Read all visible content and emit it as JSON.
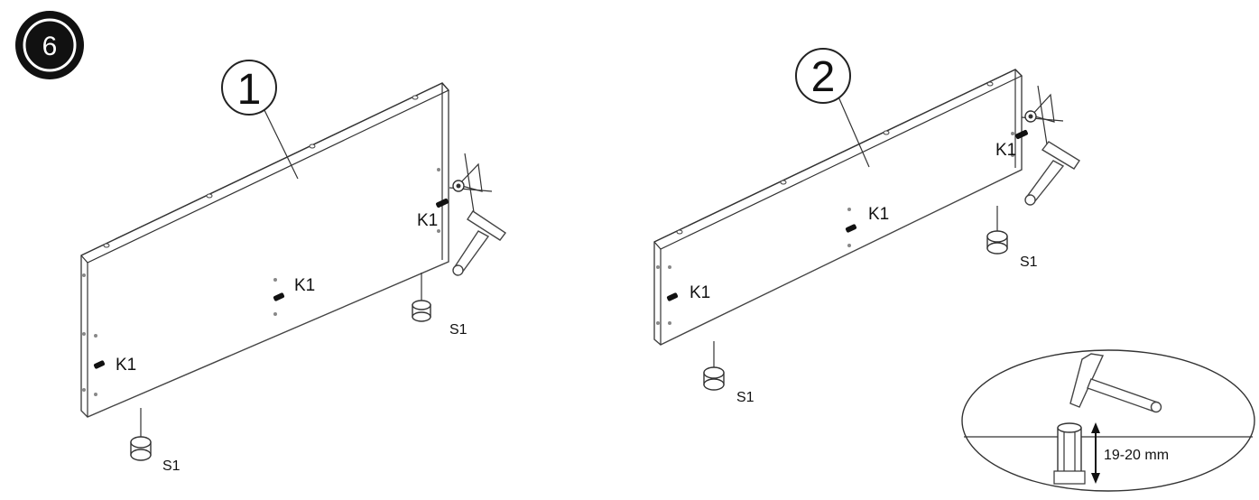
{
  "step_number": "6",
  "panels": [
    {
      "callout": "1",
      "labels": {
        "k1_right": "K1",
        "k1_center": "K1",
        "k1_left": "K1",
        "s1_right": "S1",
        "s1_left": "S1"
      }
    },
    {
      "callout": "2",
      "labels": {
        "k1_right": "K1",
        "k1_center": "K1",
        "k1_left": "K1",
        "s1_right": "S1",
        "s1_left": "S1"
      }
    }
  ],
  "detail": {
    "depth_label": "19-20 mm"
  },
  "colors": {
    "line": "#333333",
    "step_badge": "#111111",
    "dowel": "#111111",
    "background": "#ffffff"
  }
}
